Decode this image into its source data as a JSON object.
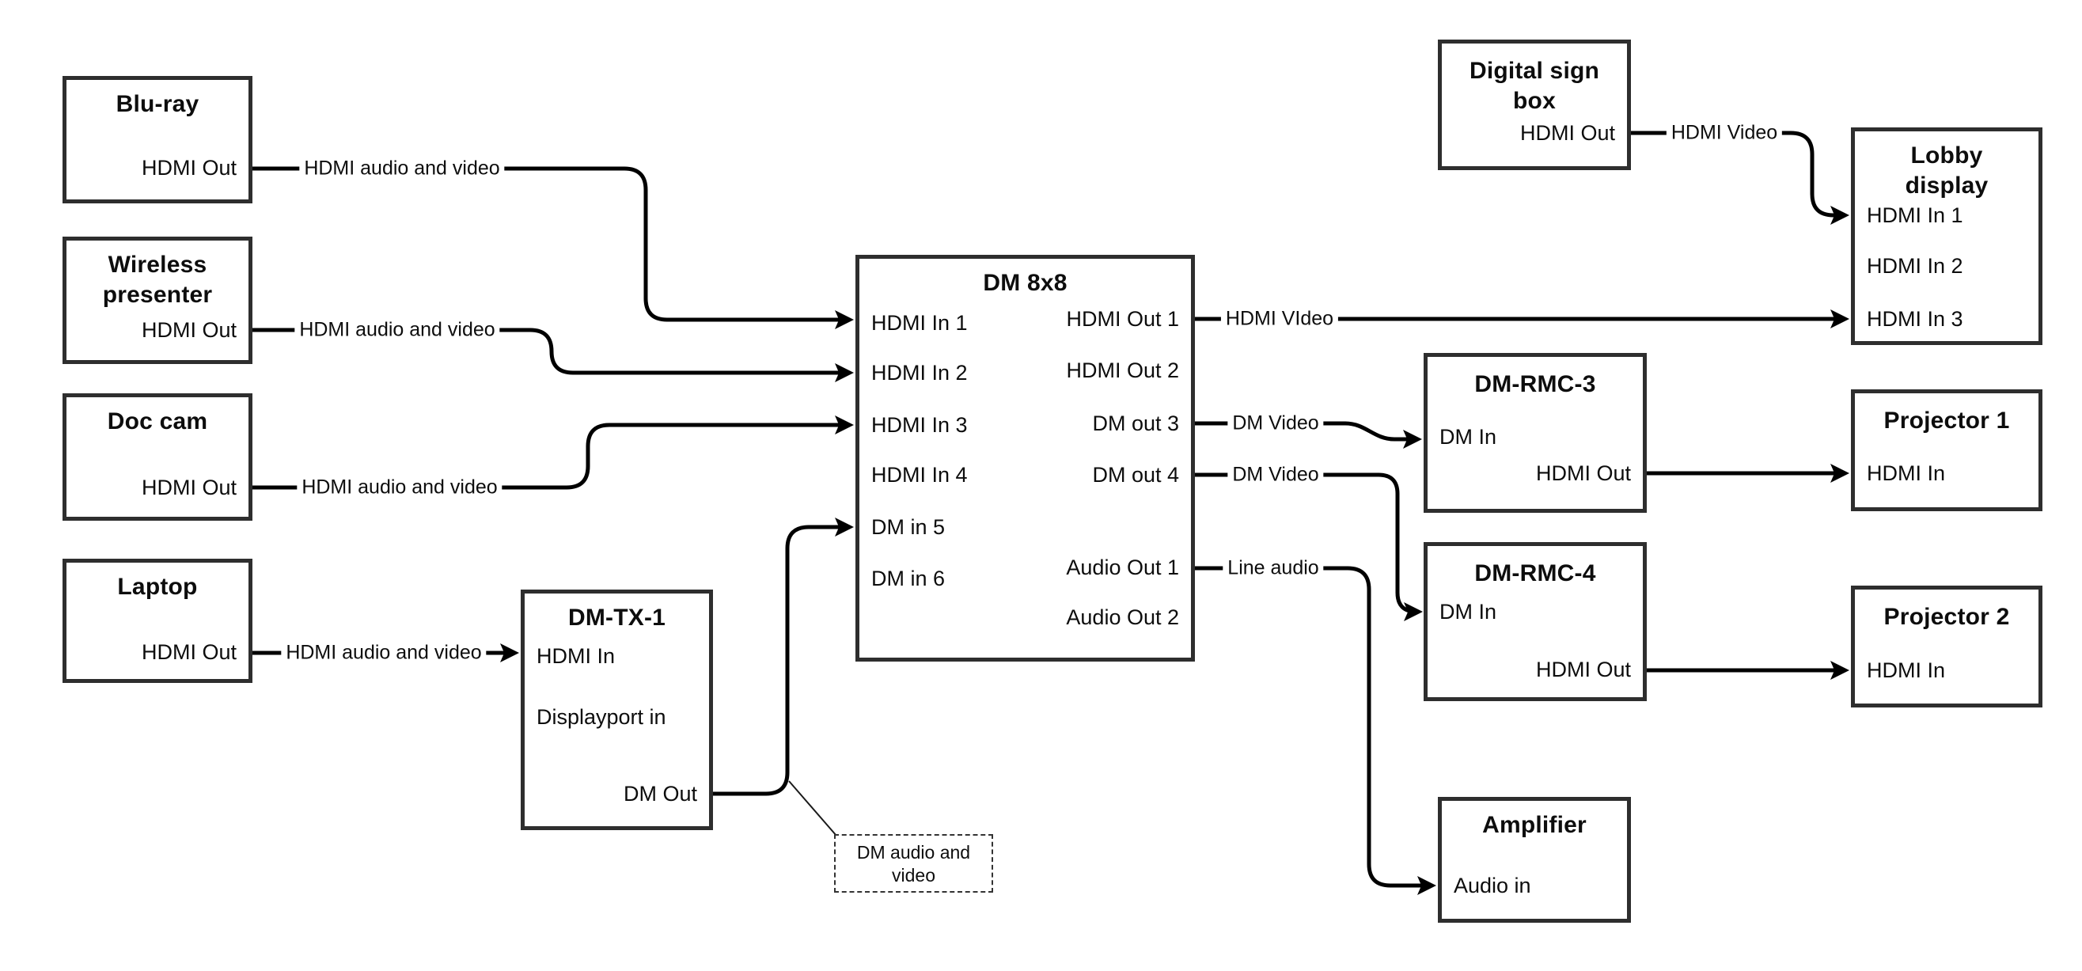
{
  "colors": {
    "background": "#ffffff",
    "wire": "#000000",
    "box_border": "#2e2e2e",
    "text": "#0d0d0d"
  },
  "boxes": {
    "bluray": {
      "title": "Blu-ray",
      "ports": {
        "out": "HDMI Out"
      }
    },
    "wireless_presenter": {
      "title": "Wireless presenter",
      "ports": {
        "out": "HDMI Out"
      }
    },
    "doc_cam": {
      "title": "Doc cam",
      "ports": {
        "out": "HDMI Out"
      }
    },
    "laptop": {
      "title": "Laptop",
      "ports": {
        "out": "HDMI Out"
      }
    },
    "dm_tx_1": {
      "title": "DM-TX-1",
      "ports": {
        "hdmi_in": "HDMI In",
        "displayport_in": "Displayport in",
        "dm_out": "DM Out"
      }
    },
    "dm_8x8": {
      "title": "DM 8x8",
      "ports": {
        "in1": "HDMI In 1",
        "in2": "HDMI In 2",
        "in3": "HDMI In 3",
        "in4": "HDMI In 4",
        "in5": "DM in 5",
        "in6": "DM in 6",
        "out1": "HDMI Out 1",
        "out2": "HDMI Out 2",
        "out3": "DM out 3",
        "out4": "DM out 4",
        "audio1": "Audio Out 1",
        "audio2": "Audio Out 2"
      }
    },
    "digital_sign_box": {
      "title": "Digital sign box",
      "ports": {
        "out": "HDMI Out"
      }
    },
    "lobby_display": {
      "title": "Lobby display",
      "ports": {
        "in1": "HDMI In 1",
        "in2": "HDMI In 2",
        "in3": "HDMI In 3"
      }
    },
    "dm_rmc_3": {
      "title": "DM-RMC-3",
      "ports": {
        "dm_in": "DM In",
        "hdmi_out": "HDMI Out"
      }
    },
    "dm_rmc_4": {
      "title": "DM-RMC-4",
      "ports": {
        "dm_in": "DM In",
        "hdmi_out": "HDMI Out"
      }
    },
    "projector1": {
      "title": "Projector 1",
      "ports": {
        "in": "HDMI In"
      }
    },
    "projector2": {
      "title": "Projector 2",
      "ports": {
        "in": "HDMI In"
      }
    },
    "amplifier": {
      "title": "Amplifier",
      "ports": {
        "audio_in": "Audio in"
      }
    }
  },
  "wires": [
    {
      "from": "Blu-ray HDMI Out",
      "to": "DM 8x8 HDMI In 1",
      "label": "HDMI audio and video"
    },
    {
      "from": "Wireless presenter HDMI Out",
      "to": "DM 8x8 HDMI In 2",
      "label": "HDMI audio and video"
    },
    {
      "from": "Doc cam HDMI Out",
      "to": "DM 8x8 HDMI In 3",
      "label": "HDMI audio and video"
    },
    {
      "from": "Laptop HDMI Out",
      "to": "DM-TX-1 HDMI In",
      "label": "HDMI audio and video"
    },
    {
      "from": "DM-TX-1 DM Out",
      "to": "DM 8x8 DM in 5",
      "label": ""
    },
    {
      "from": "DM 8x8 HDMI Out 1",
      "to": "Lobby display HDMI In 3",
      "label": "HDMI VIdeo"
    },
    {
      "from": "Digital sign box HDMI Out",
      "to": "Lobby display HDMI In 1",
      "label": "HDMI Video"
    },
    {
      "from": "DM 8x8 DM out 3",
      "to": "DM-RMC-3 DM In",
      "label": "DM Video"
    },
    {
      "from": "DM 8x8 DM out 4",
      "to": "DM-RMC-4 DM In",
      "label": "DM Video"
    },
    {
      "from": "DM 8x8 Audio Out 1",
      "to": "Amplifier Audio in",
      "label": "Line audio"
    },
    {
      "from": "DM-RMC-3 HDMI Out",
      "to": "Projector 1 HDMI In",
      "label": ""
    },
    {
      "from": "DM-RMC-4 HDMI Out",
      "to": "Projector 2 HDMI In",
      "label": ""
    }
  ],
  "annotation": {
    "text": "DM audio and video"
  }
}
